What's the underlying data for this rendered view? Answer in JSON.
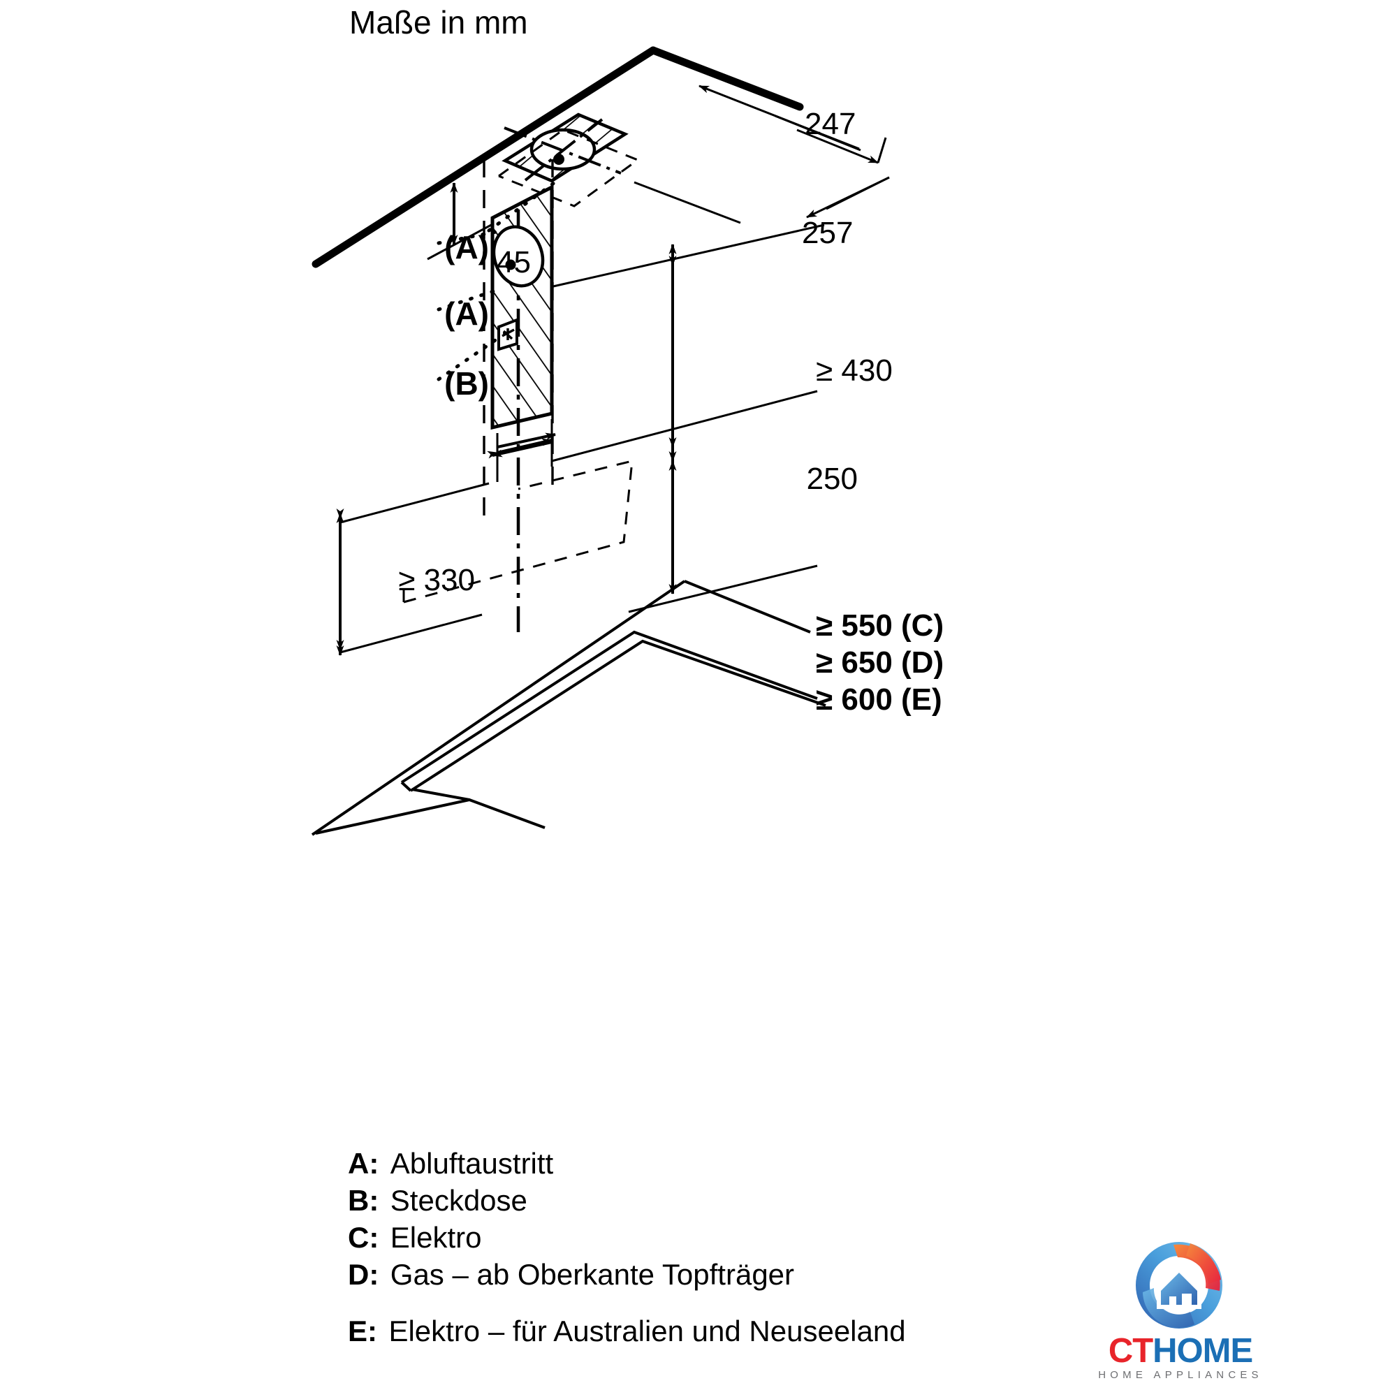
{
  "title": "Maße in mm",
  "dimensions": {
    "ceiling_depth": "247",
    "ceiling_width": "257",
    "ceiling_offset": "45",
    "duct_width": "250",
    "min_height_top": "≥ 430",
    "min_height_left": "≥ 330",
    "min_c": "≥ 550 (C)",
    "min_d": "≥ 650 (D)",
    "min_e": "≥ 600 (E)"
  },
  "callouts": {
    "a_top": "(A)",
    "a_mid": "(A)",
    "b": "(B)"
  },
  "legend": [
    {
      "key": "A:",
      "text": "Abluftaustritt"
    },
    {
      "key": "B:",
      "text": "Steckdose"
    },
    {
      "key": "C:",
      "text": "Elektro"
    },
    {
      "key": "D:",
      "text": "Gas – ab Oberkante Topfträger"
    },
    {
      "key": "E:",
      "text": "Elektro – für Australien und Neuseeland"
    }
  ],
  "logo": {
    "brand_ct": "CT",
    "brand_home": "HOME",
    "tagline": "HOME APPLIANCES",
    "color_red": "#e8242a",
    "color_blue": "#1b6fb5",
    "color_gray": "#6d6e71"
  }
}
